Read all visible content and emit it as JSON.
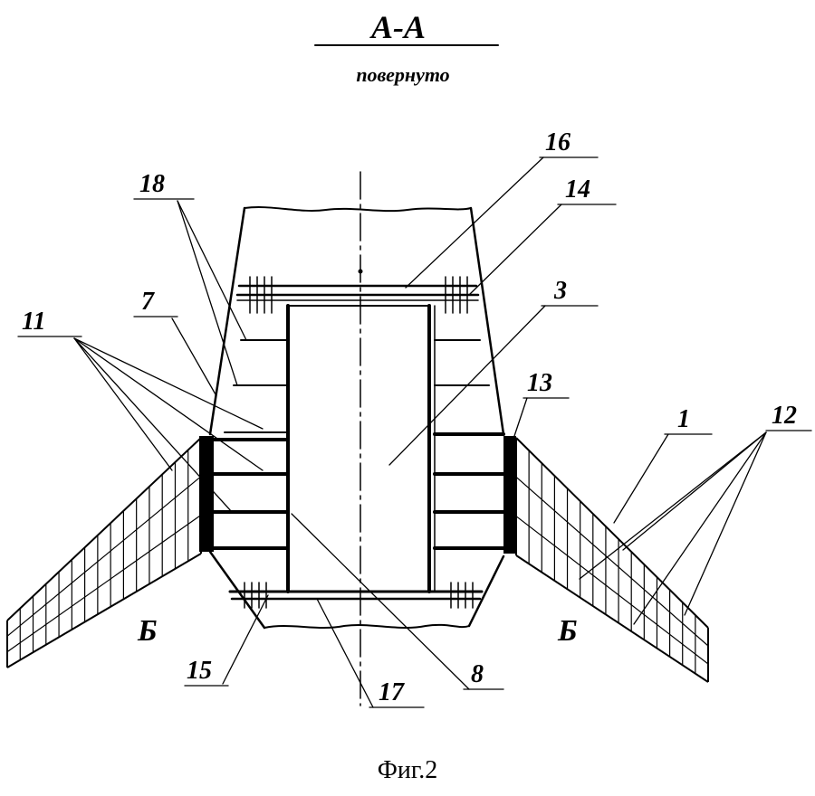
{
  "section": {
    "title": "А-А",
    "subtitle": "повернуто"
  },
  "callouts": [
    {
      "id": "16",
      "text": "16"
    },
    {
      "id": "14",
      "text": "14"
    },
    {
      "id": "18",
      "text": "18"
    },
    {
      "id": "7",
      "text": "7"
    },
    {
      "id": "3",
      "text": "3"
    },
    {
      "id": "11",
      "text": "11"
    },
    {
      "id": "13",
      "text": "13"
    },
    {
      "id": "1",
      "text": "1"
    },
    {
      "id": "12",
      "text": "12"
    },
    {
      "id": "15",
      "text": "15"
    },
    {
      "id": "17",
      "text": "17"
    },
    {
      "id": "8",
      "text": "8"
    }
  ],
  "views": {
    "left": "Б",
    "right": "Б"
  },
  "figure": {
    "caption": "Фиг.2"
  }
}
